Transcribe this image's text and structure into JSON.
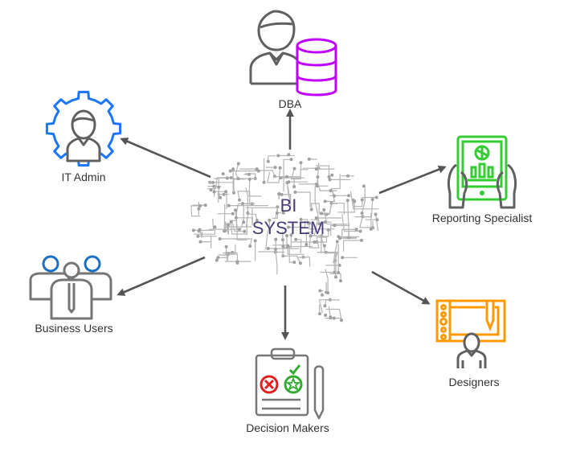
{
  "title": "BI System roles diagram",
  "center": {
    "line1": "BI",
    "line2": "SYSTEM",
    "icon": "circuit-brain-icon"
  },
  "nodes": [
    {
      "id": "dba",
      "label": "DBA",
      "icon": "database-admin-icon",
      "accent": "#c000ff"
    },
    {
      "id": "it-admin",
      "label": "IT Admin",
      "icon": "gear-user-icon",
      "accent": "#1a75ff"
    },
    {
      "id": "reporting-specialist",
      "label": "Reporting Specialist",
      "icon": "tablet-report-icon",
      "accent": "#33cc33"
    },
    {
      "id": "business-users",
      "label": "Business Users",
      "icon": "user-group-icon",
      "accent": "#1a6fc4"
    },
    {
      "id": "decision-makers",
      "label": "Decision Makers",
      "icon": "clipboard-decision-icon",
      "accent": "#e02020"
    },
    {
      "id": "designers",
      "label": "Designers",
      "icon": "design-tablet-icon",
      "accent": "#ff9900"
    }
  ],
  "colors": {
    "arrow": "#555555",
    "icon_stroke": "#606060",
    "circuit": "#b5b5b5",
    "center_text": "#4a3a7a",
    "approve": "#33aa33"
  }
}
